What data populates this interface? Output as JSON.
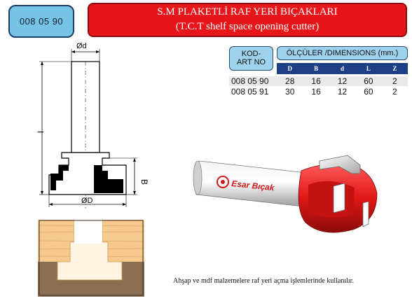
{
  "product_code": "008 05 90",
  "title": {
    "line1": "S.M PLAKETLİ RAF YERİ BIÇAKLARI",
    "line2": "(T.C.T shelf space opening cutter)"
  },
  "drawing": {
    "label_d": "Ød",
    "label_D": "ØD",
    "label_l": "l",
    "label_B": "B"
  },
  "table": {
    "kod_header": [
      "KOD-",
      "ART NO"
    ],
    "dimensions_header": "ÖLÇÜLER /DIMENSIONS (mm.)",
    "columns": [
      "D",
      "B",
      "d",
      "L",
      "Z"
    ],
    "rows": [
      {
        "code": "008 05 90",
        "values": [
          "28",
          "16",
          "12",
          "60",
          "2"
        ]
      },
      {
        "code": "008 05 91",
        "values": [
          "30",
          "16",
          "12",
          "60",
          "2"
        ]
      }
    ]
  },
  "brand": "Esar Bıçak",
  "caption": "Ahşap ve mdf malzemelere raf yeri açma işlemlerinde kullanılır.",
  "colors": {
    "title_red": "#e8161b",
    "badge_blue": "#76c3e6",
    "table_header_blue": "#1e3f86",
    "wood_light": "#f6c98c",
    "wood_dark": "#8c6f52"
  }
}
